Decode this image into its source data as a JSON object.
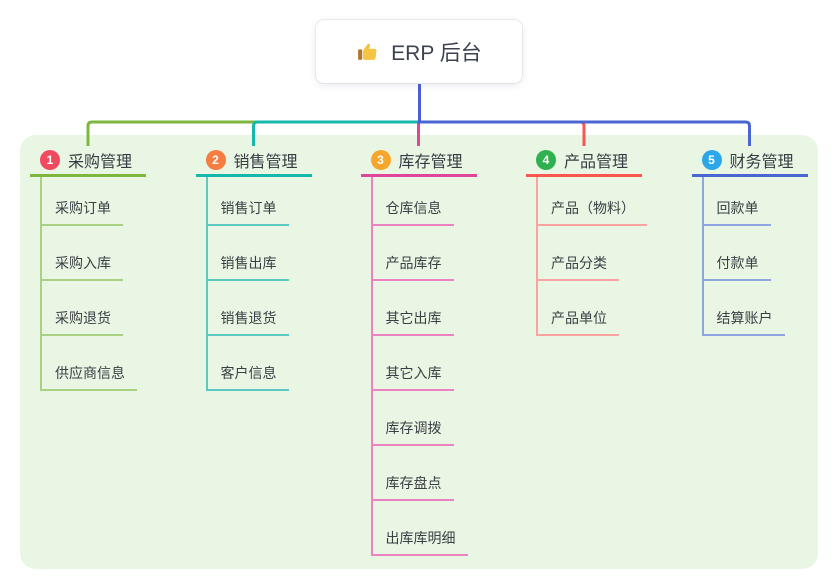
{
  "root": {
    "icon": "thumbs-up-icon",
    "title": "ERP 后台"
  },
  "colors": {
    "page_bg": "#ffffff",
    "panel_bg": "#eaf6e4",
    "card_bg": "#ffffff",
    "title_text": "#3c4250",
    "label_text": "#373c42",
    "child_text": "#3a3f45",
    "root_stem": "#4c5ed6",
    "thumb_yellow": "#f6c445",
    "thumb_cuff": "#b3762f"
  },
  "branches": [
    {
      "num": "1",
      "label": "采购管理",
      "badge_color": "#ef4a5e",
      "line_color": "#7eb73e",
      "line_light_color": "#a9d184",
      "children": [
        "采购订单",
        "采购入库",
        "采购退货",
        "供应商信息"
      ]
    },
    {
      "num": "2",
      "label": "销售管理",
      "badge_color": "#f77c42",
      "line_color": "#16b8ad",
      "line_light_color": "#5bc9c2",
      "children": [
        "销售订单",
        "销售出库",
        "销售退货",
        "客户信息"
      ]
    },
    {
      "num": "3",
      "label": "库存管理",
      "badge_color": "#f6a62b",
      "line_color": "#e0459c",
      "line_light_color": "#ec82c2",
      "children": [
        "仓库信息",
        "产品库存",
        "其它出库",
        "其它入库",
        "库存调拨",
        "库存盘点",
        "出库库明细"
      ]
    },
    {
      "num": "4",
      "label": "产品管理",
      "badge_color": "#30b14f",
      "line_color": "#f8564f",
      "line_light_color": "#fba3a0",
      "children": [
        "产品（物料）",
        "产品分类",
        "产品单位"
      ]
    },
    {
      "num": "5",
      "label": "财务管理",
      "badge_color": "#2ca7ea",
      "line_color": "#4a66d2",
      "line_light_color": "#8ea5e2",
      "children": [
        "回款单",
        "付款单",
        "结算账户"
      ]
    }
  ]
}
